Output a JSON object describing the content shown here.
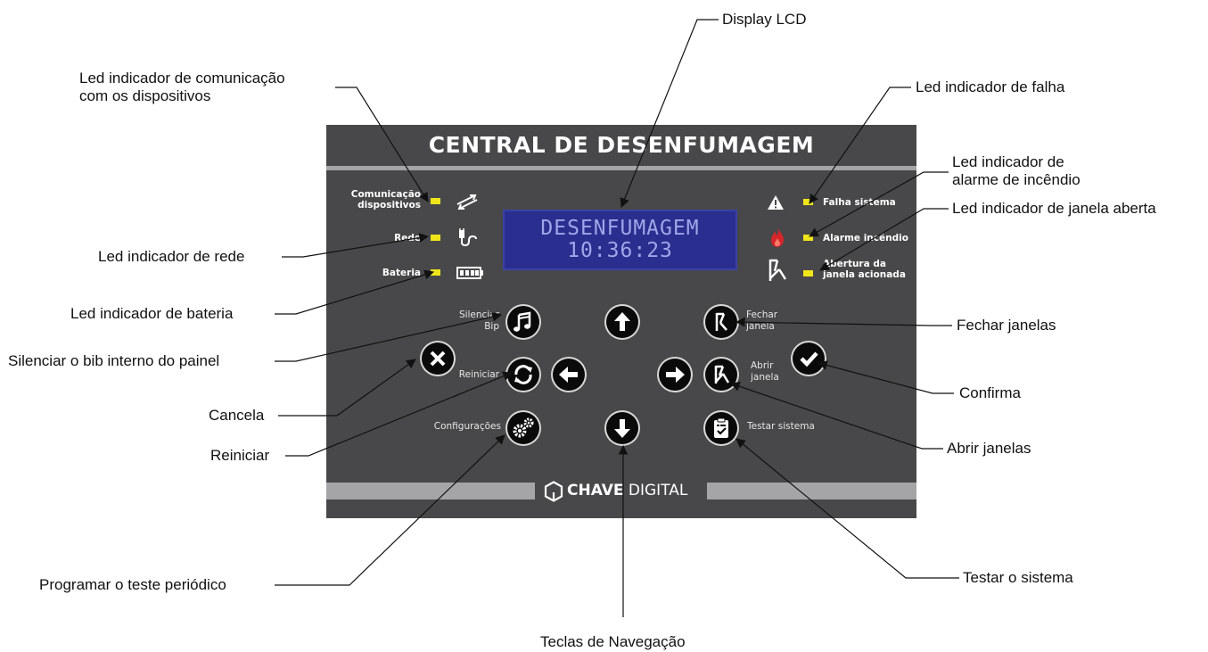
{
  "callouts": {
    "display_lcd": "Display LCD",
    "led_comunicacao_1": "Led indicador de comunicação",
    "led_comunicacao_2": "com os dispositivos",
    "led_falha": "Led indicador de falha",
    "led_alarme_1": "Led indicador de",
    "led_alarme_2": "alarme de incêndio",
    "led_janela": "Led indicador de janela aberta",
    "led_rede": "Led indicador de rede",
    "led_bateria": "Led indicador de bateria",
    "silenciar": "Silenciar o bib interno do painel",
    "fechar_janelas": "Fechar janelas",
    "confirma": "Confirma",
    "cancela": "Cancela",
    "reiniciar": "Reiniciar",
    "abrir_janelas": "Abrir janelas",
    "programar": "Programar o teste periódico",
    "testar": "Testar o sistema",
    "teclas": "Teclas de Navegação"
  },
  "panel": {
    "title": "CENTRAL DE DESENFUMAGEM",
    "lcd_line1": "DESENFUMAGEM",
    "lcd_line2": "10:36:23",
    "left_leds": {
      "comunicacao_1": "Comunicação",
      "comunicacao_2": "dispositivos",
      "rede": "Rede",
      "bateria": "Bateria"
    },
    "right_leds": {
      "falha": "Falha sistema",
      "alarme": "Alarme incêndio",
      "abertura_1": "Abertura da",
      "abertura_2": "janela acionada"
    },
    "buttons": {
      "silenciar_1": "Silenciar",
      "silenciar_2": "Bip",
      "reiniciar": "Reiniciar",
      "configuracoes": "Configurações",
      "fechar_1": "Fechar",
      "fechar_2": "janela",
      "abrir_1": "Abrir",
      "abrir_2": "janela",
      "testar": "Testar sistema"
    },
    "brand_bold": "CHAVE",
    "brand_light": "DIGITAL"
  },
  "colors": {
    "panel_bg": "#48484a",
    "led": "#f0e51a",
    "lcd_bg": "#2a2e8e",
    "lcd_text": "#9fa6e8",
    "rule": "#a5a5a7",
    "button": "#0a0a0a",
    "fire_icon": "#d7262b"
  },
  "icons": [
    "swap-arrows-icon",
    "power-plug-icon",
    "battery-icon",
    "warning-icon",
    "fire-icon",
    "window-open-icon",
    "music-note-icon",
    "refresh-icon",
    "gears-icon",
    "arrow-up-icon",
    "arrow-down-icon",
    "arrow-left-icon",
    "arrow-right-icon",
    "window-close-icon",
    "window-open-icon",
    "clipboard-check-icon",
    "close-x-icon",
    "checkmark-icon",
    "chave-logo-icon"
  ]
}
